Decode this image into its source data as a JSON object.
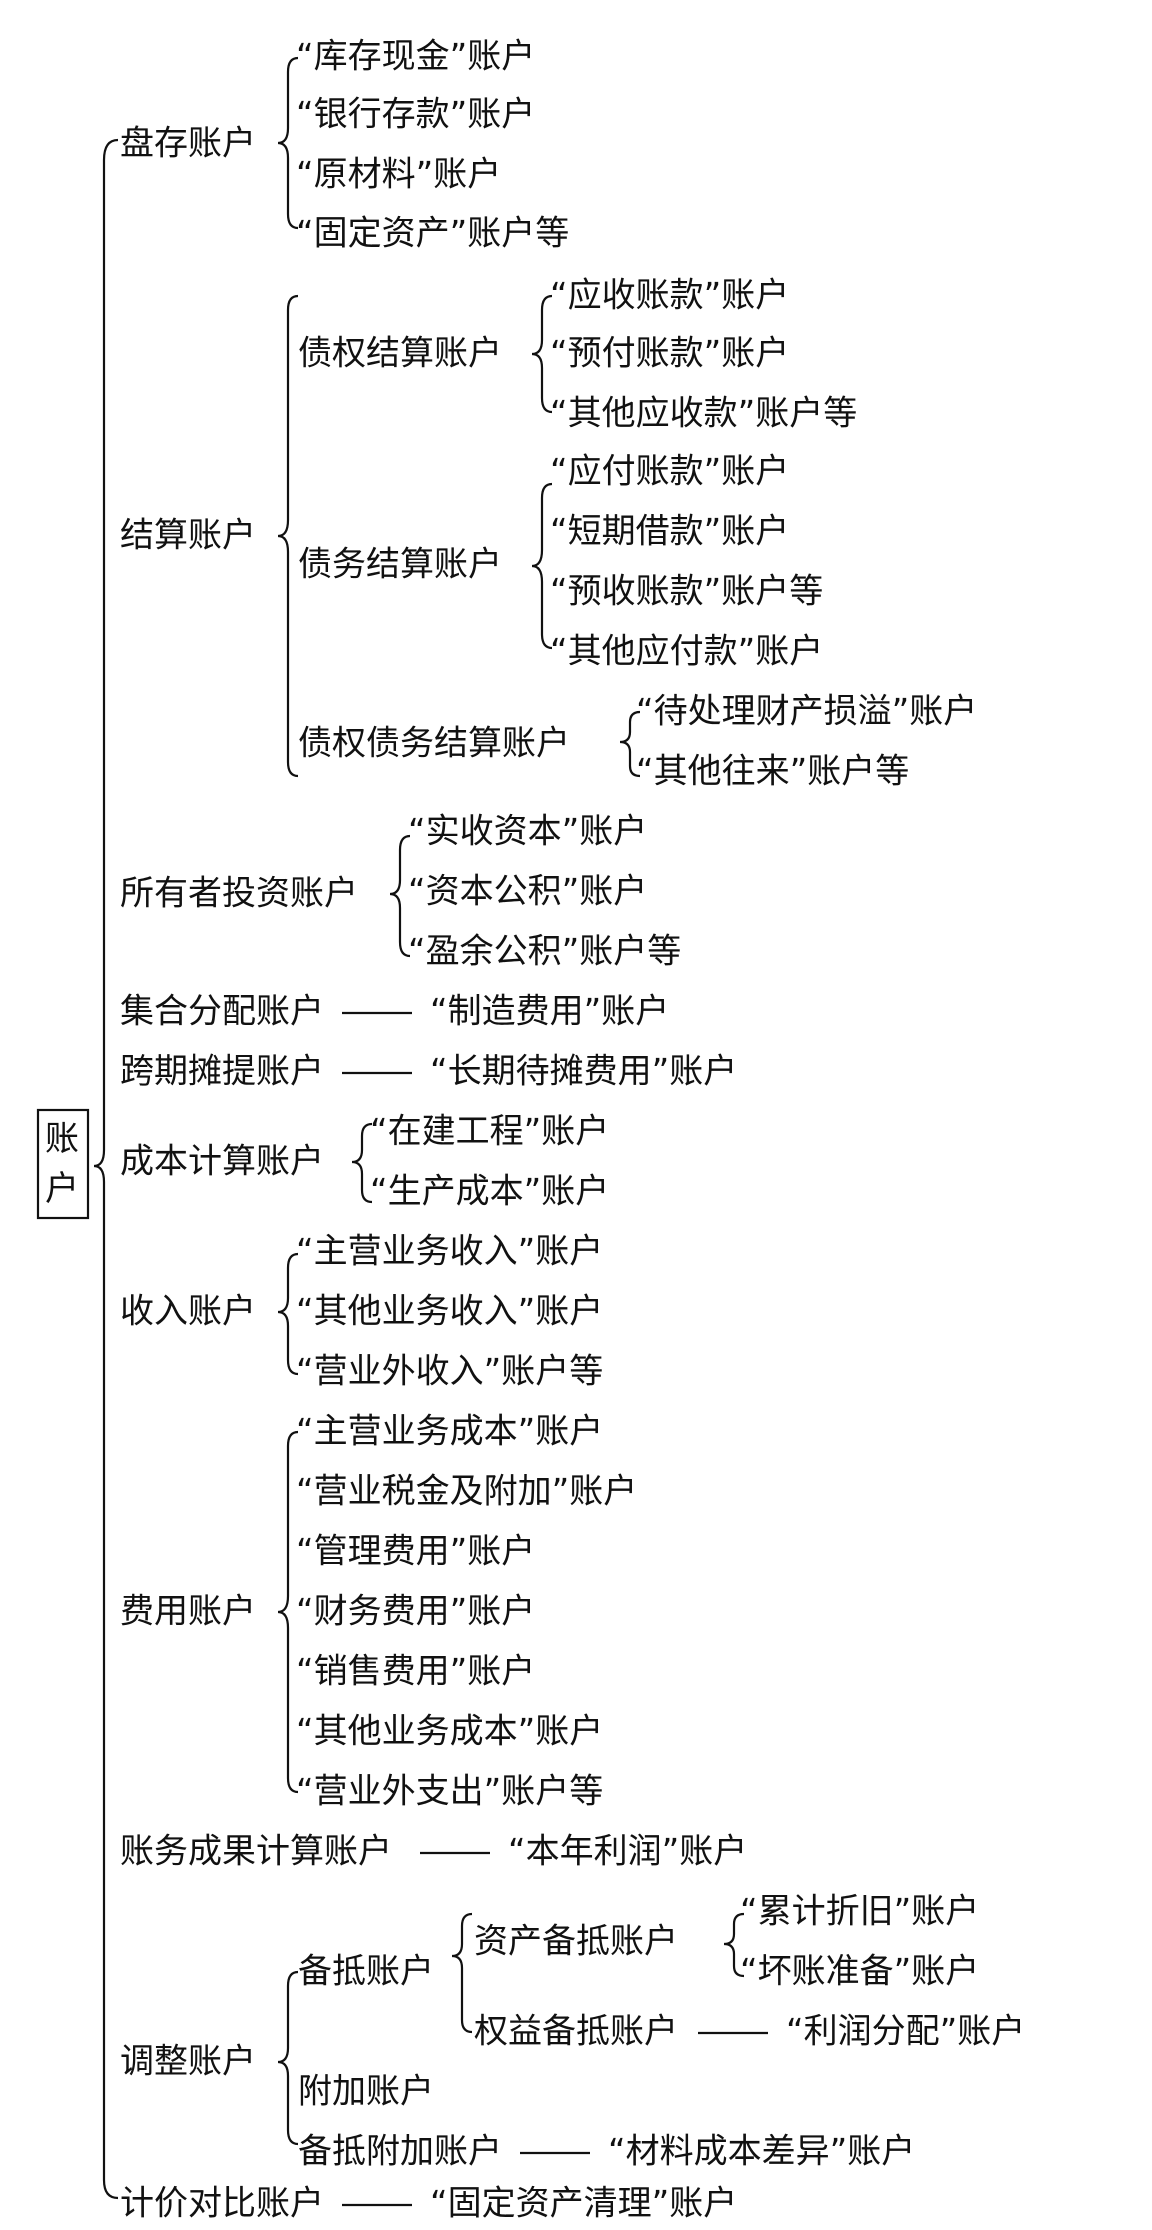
{
  "root": "账户",
  "groups": {
    "inventory": {
      "label": "盘存账户",
      "items": [
        "“库存现金”账户",
        "“银行存款”账户",
        "“原材料”账户",
        "“固定资产”账户等"
      ]
    },
    "settlement": {
      "label": "结算账户",
      "creditor": {
        "label": "债权结算账户",
        "items": [
          "“应收账款”账户",
          "“预付账款”账户",
          "“其他应收款”账户等"
        ]
      },
      "debt": {
        "label": "债务结算账户",
        "items": [
          "“应付账款”账户",
          "“短期借款”账户",
          "“预收账款”账户等",
          "“其他应付款”账户"
        ]
      },
      "mixed": {
        "label": "债权债务结算账户",
        "items": [
          "“待处理财产损溢”账户",
          "“其他往来”账户等"
        ]
      }
    },
    "owner": {
      "label": "所有者投资账户",
      "items": [
        "“实收资本”账户",
        "“资本公积”账户",
        "“盈余公积”账户等"
      ]
    },
    "collect": {
      "label": "集合分配账户",
      "item": "“制造费用”账户"
    },
    "period": {
      "label": "跨期摊提账户",
      "item": "“长期待摊费用”账户"
    },
    "cost": {
      "label": "成本计算账户",
      "items": [
        "“在建工程”账户",
        "“生产成本”账户"
      ]
    },
    "income": {
      "label": "收入账户",
      "items": [
        "“主营业务收入”账户",
        "“其他业务收入”账户",
        "“营业外收入”账户等"
      ]
    },
    "expense": {
      "label": "费用账户",
      "items": [
        "“主营业务成本”账户",
        "“营业税金及附加”账户",
        "“管理费用”账户",
        "“财务费用”账户",
        "“销售费用”账户",
        "“其他业务成本”账户",
        "“营业外支出”账户等"
      ]
    },
    "result": {
      "label": "账务成果计算账户",
      "item": "“本年利润”账户"
    },
    "adjust": {
      "label": "调整账户",
      "contra": {
        "label": "备抵账户",
        "asset": {
          "label": "资产备抵账户",
          "items": [
            "“累计折旧”账户",
            "“坏账准备”账户"
          ]
        },
        "equity": {
          "label": "权益备抵账户",
          "item": "“利润分配”账户"
        }
      },
      "adjunct": {
        "label": "附加账户"
      },
      "contra_adjunct": {
        "label": "备抵附加账户",
        "item": "“材料成本差异”账户"
      }
    },
    "compare": {
      "label": "计价对比账户",
      "item": "“固定资产清理”账户"
    }
  }
}
